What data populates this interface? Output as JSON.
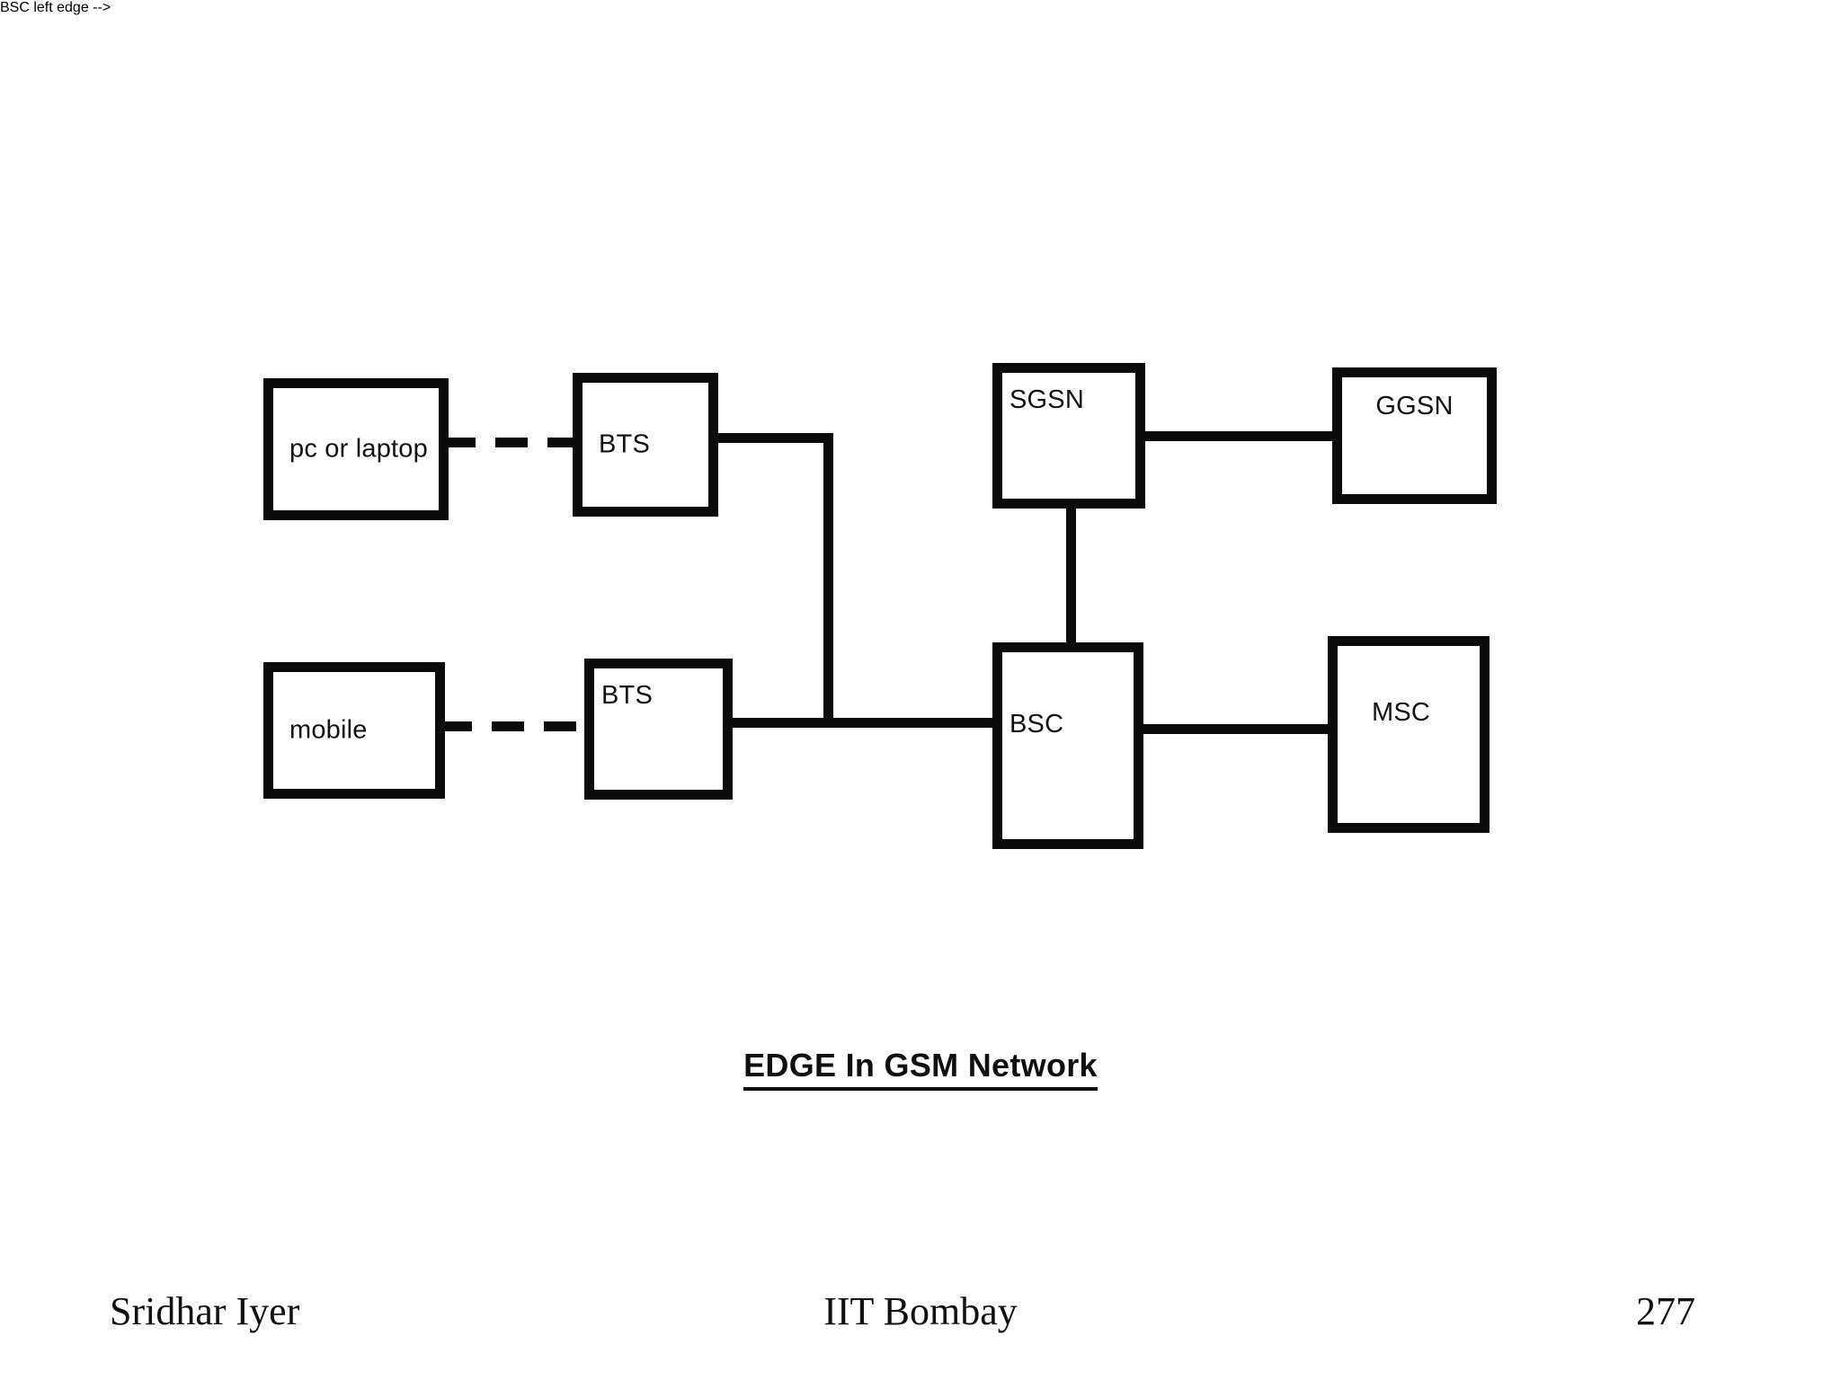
{
  "slide": {
    "caption": "EDGE In GSM Network",
    "footer": {
      "author": "Sridhar Iyer",
      "institution": "IIT Bombay",
      "page_number": "277"
    }
  },
  "diagram": {
    "type": "network-block-diagram",
    "nodes": [
      {
        "id": "pc",
        "label": "pc or laptop"
      },
      {
        "id": "bts_top",
        "label": "BTS"
      },
      {
        "id": "mobile",
        "label": "mobile"
      },
      {
        "id": "bts_bottom",
        "label": "BTS"
      },
      {
        "id": "sgsn",
        "label": "SGSN"
      },
      {
        "id": "ggsn",
        "label": "GGSN"
      },
      {
        "id": "bsc",
        "label": "BSC"
      },
      {
        "id": "msc",
        "label": "MSC"
      }
    ],
    "links": [
      {
        "from": "pc",
        "to": "bts_top",
        "style": "dashed"
      },
      {
        "from": "mobile",
        "to": "bts_bottom",
        "style": "dashed"
      },
      {
        "from": "bts_top",
        "to": "bsc",
        "style": "solid"
      },
      {
        "from": "bts_bottom",
        "to": "bsc",
        "style": "solid"
      },
      {
        "from": "sgsn",
        "to": "ggsn",
        "style": "solid"
      },
      {
        "from": "sgsn",
        "to": "bsc",
        "style": "solid"
      },
      {
        "from": "bsc",
        "to": "msc",
        "style": "solid"
      }
    ],
    "colors": {
      "stroke": "#0b0b0b",
      "fill": "#ffffff",
      "text": "#121212"
    }
  }
}
